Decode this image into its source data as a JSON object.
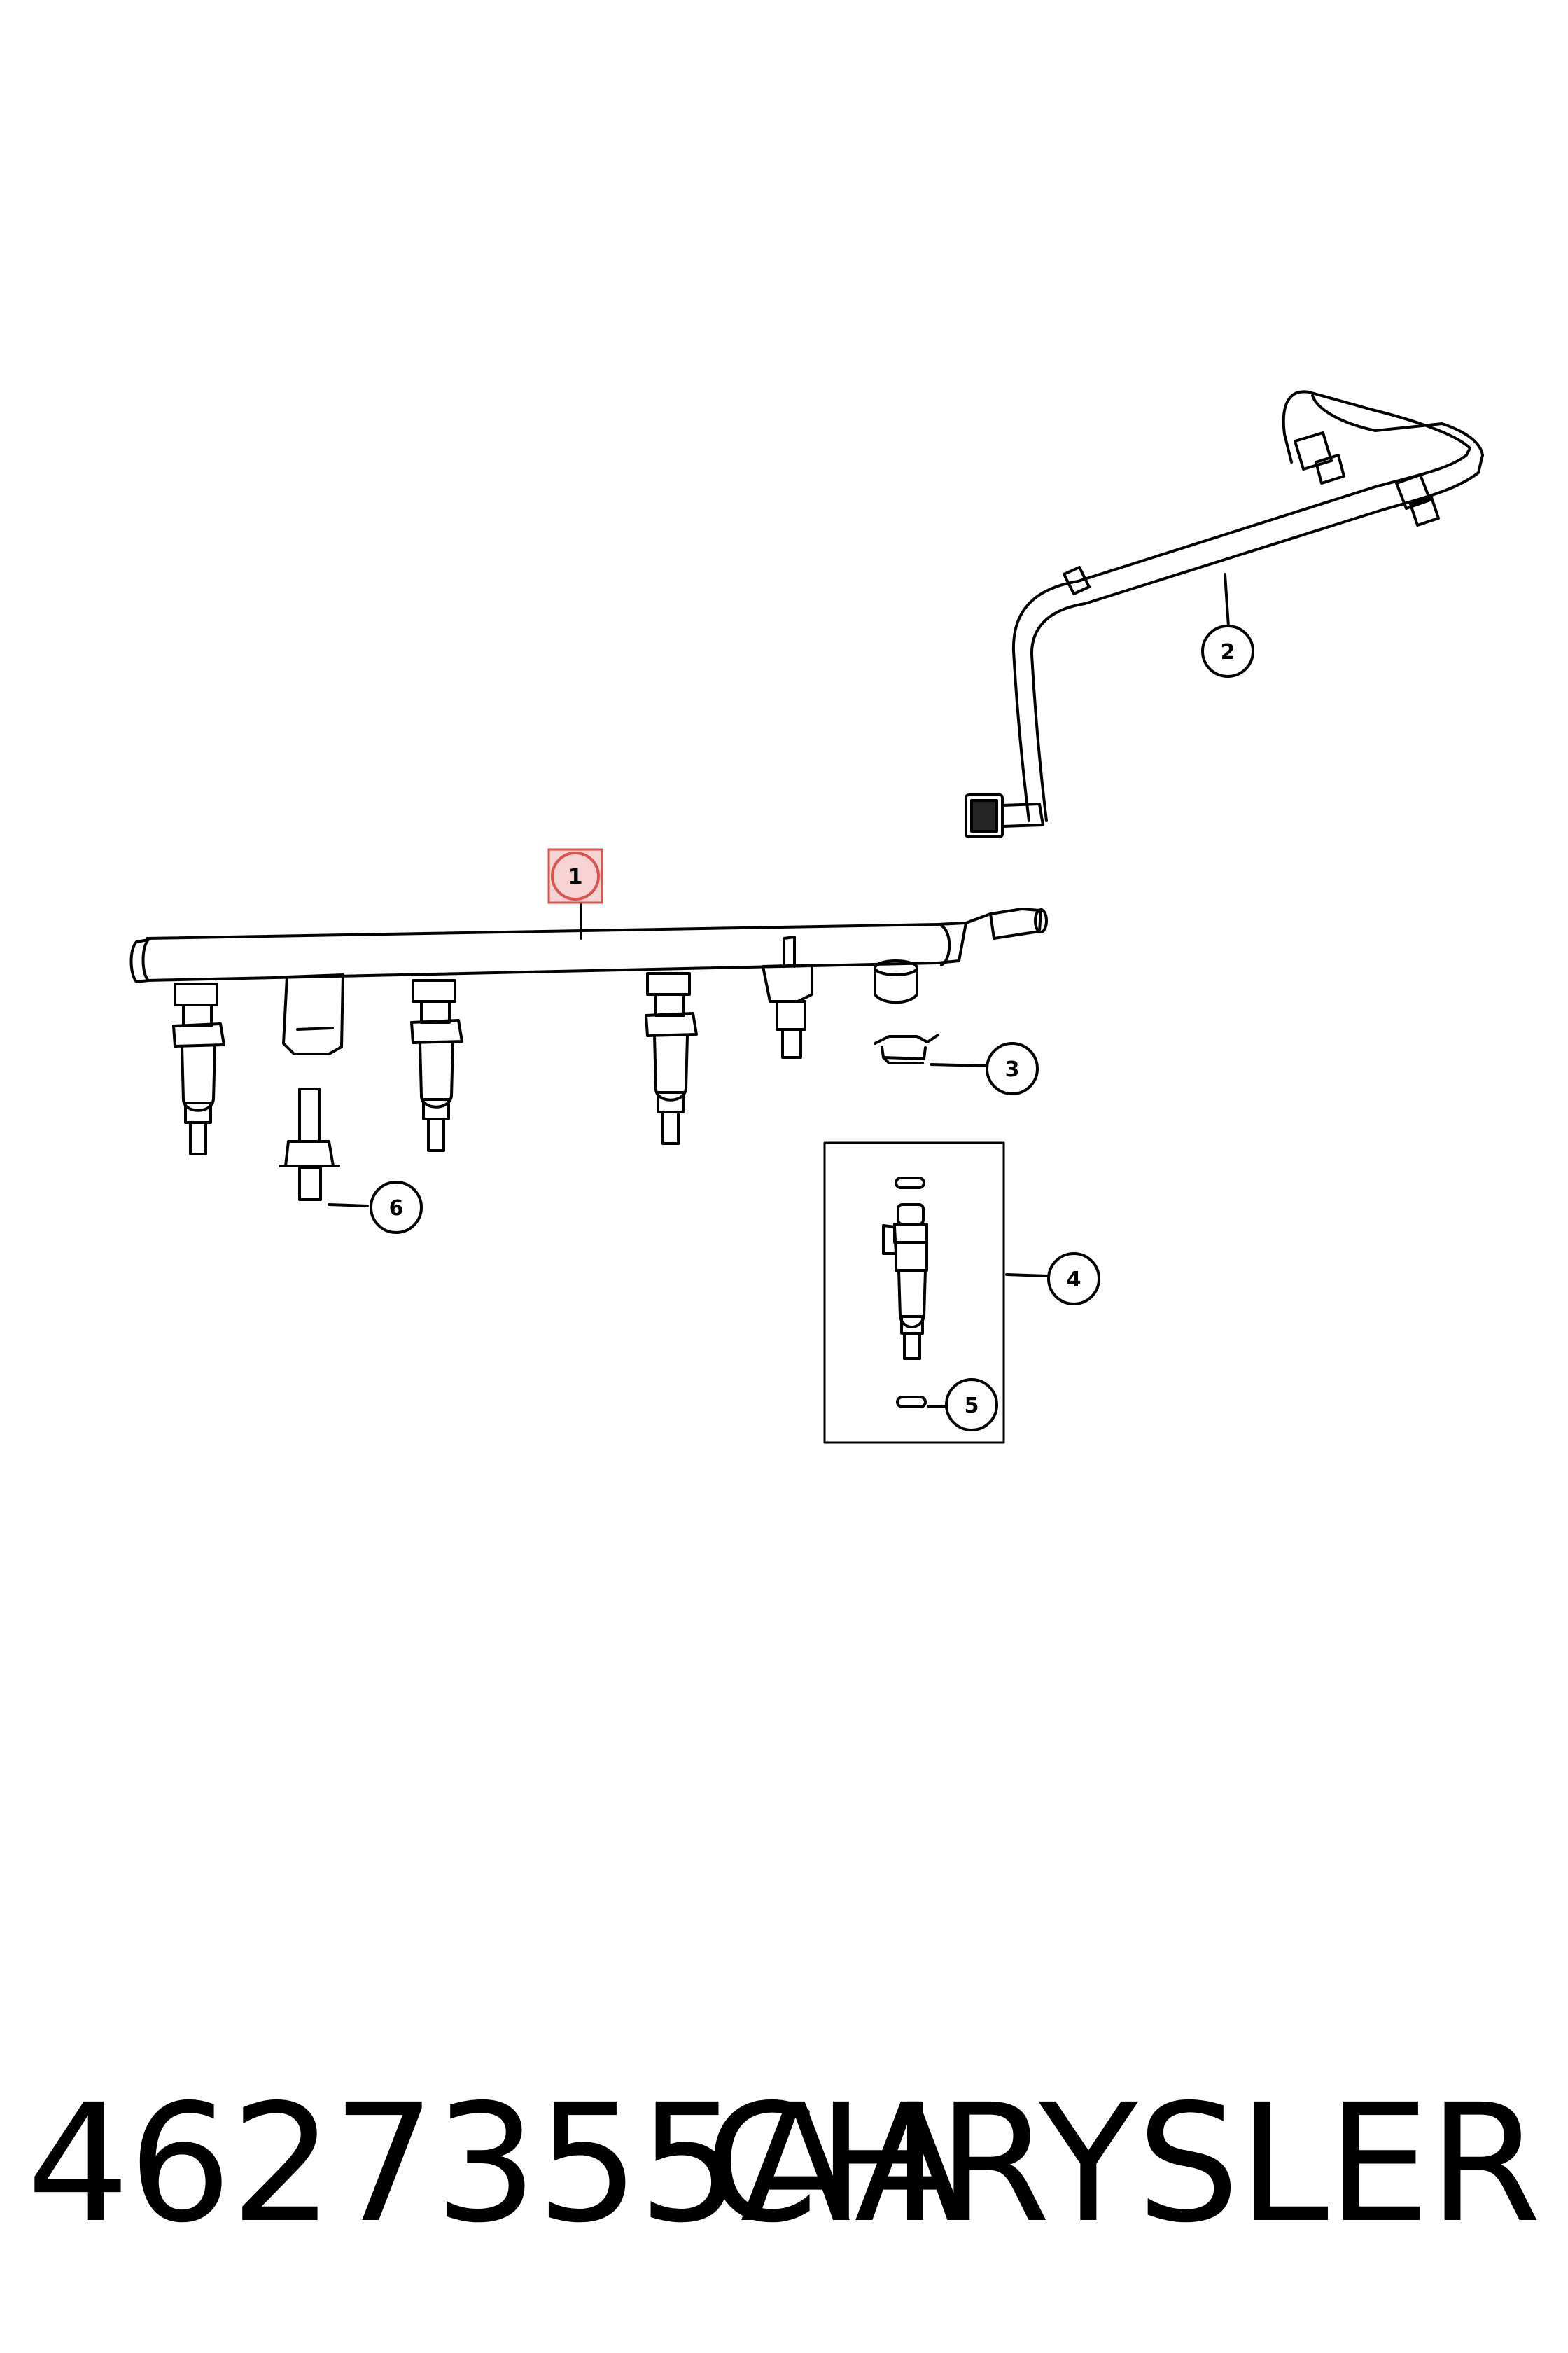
{
  "diagram": {
    "callouts": [
      {
        "id": "callout-1",
        "label": "1",
        "highlighted": true
      },
      {
        "id": "callout-2",
        "label": "2",
        "highlighted": false
      },
      {
        "id": "callout-3",
        "label": "3",
        "highlighted": false
      },
      {
        "id": "callout-4",
        "label": "4",
        "highlighted": false
      },
      {
        "id": "callout-5",
        "label": "5",
        "highlighted": false
      },
      {
        "id": "callout-6",
        "label": "6",
        "highlighted": false
      }
    ],
    "highlight_color": "#d9534f",
    "highlight_fill": "#f6d3d3",
    "line_color": "#000000"
  },
  "footer": {
    "part_number": "4627355AA",
    "brand": "CHRYSLER"
  }
}
